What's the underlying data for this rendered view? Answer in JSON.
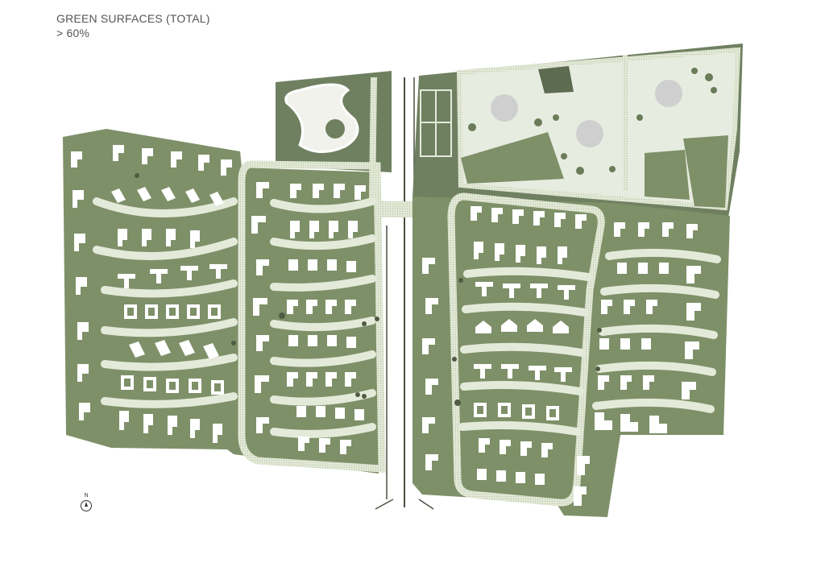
{
  "header": {
    "title": "GREEN SURFACES (TOTAL)",
    "subtitle": "> 60%"
  },
  "compass": {
    "label": "N",
    "icon": "north-arrow-icon"
  },
  "colors": {
    "green_fill": "#7e9068",
    "green_dark": "#6b7d58",
    "path_light": "#e4ead9",
    "building": "#ffffff",
    "road": "#4a5040",
    "plaza_circle": "#cfcfcf"
  }
}
